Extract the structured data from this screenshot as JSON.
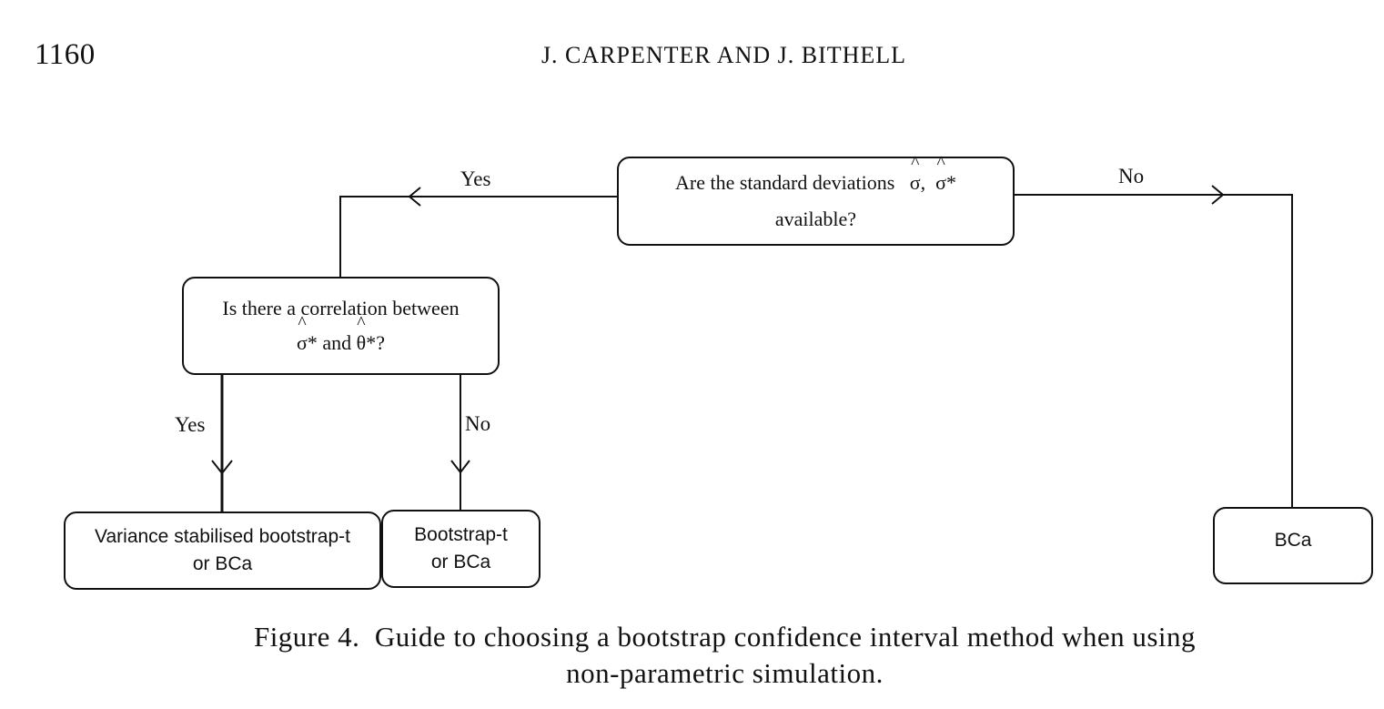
{
  "header": {
    "page_number": "1160",
    "running_head": "J. CARPENTER AND J. BITHELL"
  },
  "flowchart": {
    "q1": {
      "line1_text": "Are the standard deviations",
      "sym1": "σ",
      "sep": ",",
      "sym2": "σ",
      "star": "*",
      "line2": "available?"
    },
    "q2": {
      "line1": "Is there a correlation between",
      "sym1": "σ",
      "star1": "*",
      "and": "and",
      "sym2": "θ",
      "star2": "*?"
    },
    "edges": {
      "q1_yes": "Yes",
      "q1_no": "No",
      "q2_yes": "Yes",
      "q2_no": "No"
    },
    "answers": {
      "variance_stabilised": {
        "line1": "Variance stabilised bootstrap-t",
        "line2": "or BCa"
      },
      "bootstrap_t": {
        "line1": "Bootstrap-t",
        "line2": "or BCa"
      },
      "bca": {
        "line1": "BCa"
      }
    },
    "hat_glyph": "^"
  },
  "caption": {
    "line1": "Figure 4.  Guide to choosing a bootstrap confidence interval method when using",
    "line2": "non-parametric simulation."
  }
}
